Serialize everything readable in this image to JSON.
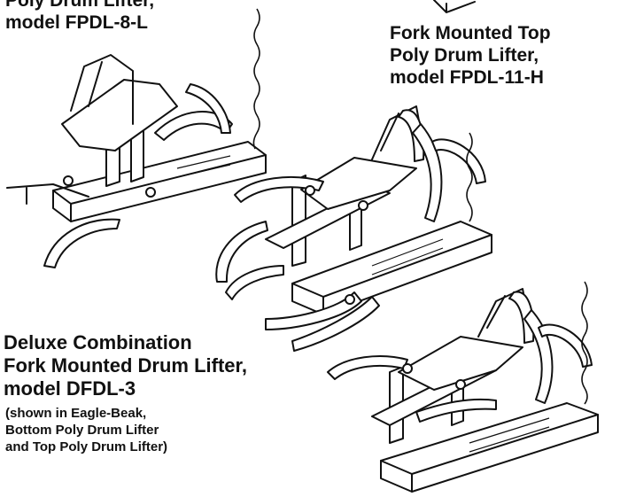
{
  "captions": {
    "lifter_a": [
      "Poly Drum Lifter,",
      "model FPDL-8-L"
    ],
    "lifter_b": [
      "Fork Mounted Top",
      "Poly Drum Lifter,",
      "model FPDL-11-H"
    ],
    "lifter_c": [
      "Deluxe Combination",
      "Fork Mounted Drum Lifter,",
      "model DFDL-3"
    ],
    "lifter_c_note": [
      "(shown in Eagle-Beak,",
      "Bottom Poly Drum Lifter",
      "and Top Poly Drum Lifter)"
    ]
  }
}
